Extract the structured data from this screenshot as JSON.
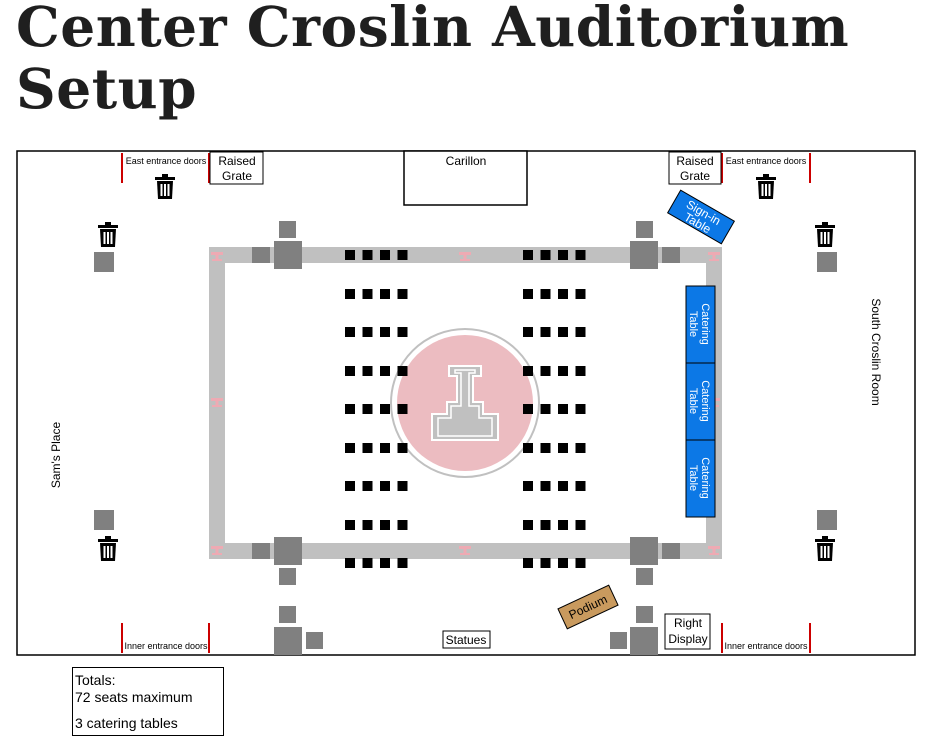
{
  "page": {
    "title_line1": "Center Croslin Auditorium",
    "title_line2": "Setup"
  },
  "labels": {
    "carillon": "Carillon",
    "raised_grate_left": [
      "Raised",
      "Grate"
    ],
    "raised_grate_right": [
      "Raised",
      "Grate"
    ],
    "east_doors_left": "East entrance doors",
    "east_doors_right": "East entrance doors",
    "inner_doors_left": "Inner entrance doors",
    "inner_doors_right": "Inner entrance doors",
    "sign_in_table": [
      "Sign-in",
      "Table"
    ],
    "catering_table": [
      "Catering",
      "Table"
    ],
    "south_room": "South Croslin Room",
    "sams_place": "Sam's Place",
    "podium": "Podium",
    "statues": "Statues",
    "right_display": [
      "Right",
      "Display"
    ]
  },
  "totals": {
    "heading": "Totals:",
    "seats": "72 seats maximum",
    "catering": "3 catering tables"
  },
  "colors": {
    "frame": "#c0c0c0",
    "pillar": "#808080",
    "seal": "#ecbcc1",
    "table_blue": "#0c78e6",
    "podium": "#c99a5e",
    "door": "#cc0000"
  },
  "icons": {
    "trash": "trash-can-icon",
    "seal": "university-logo-icon"
  }
}
